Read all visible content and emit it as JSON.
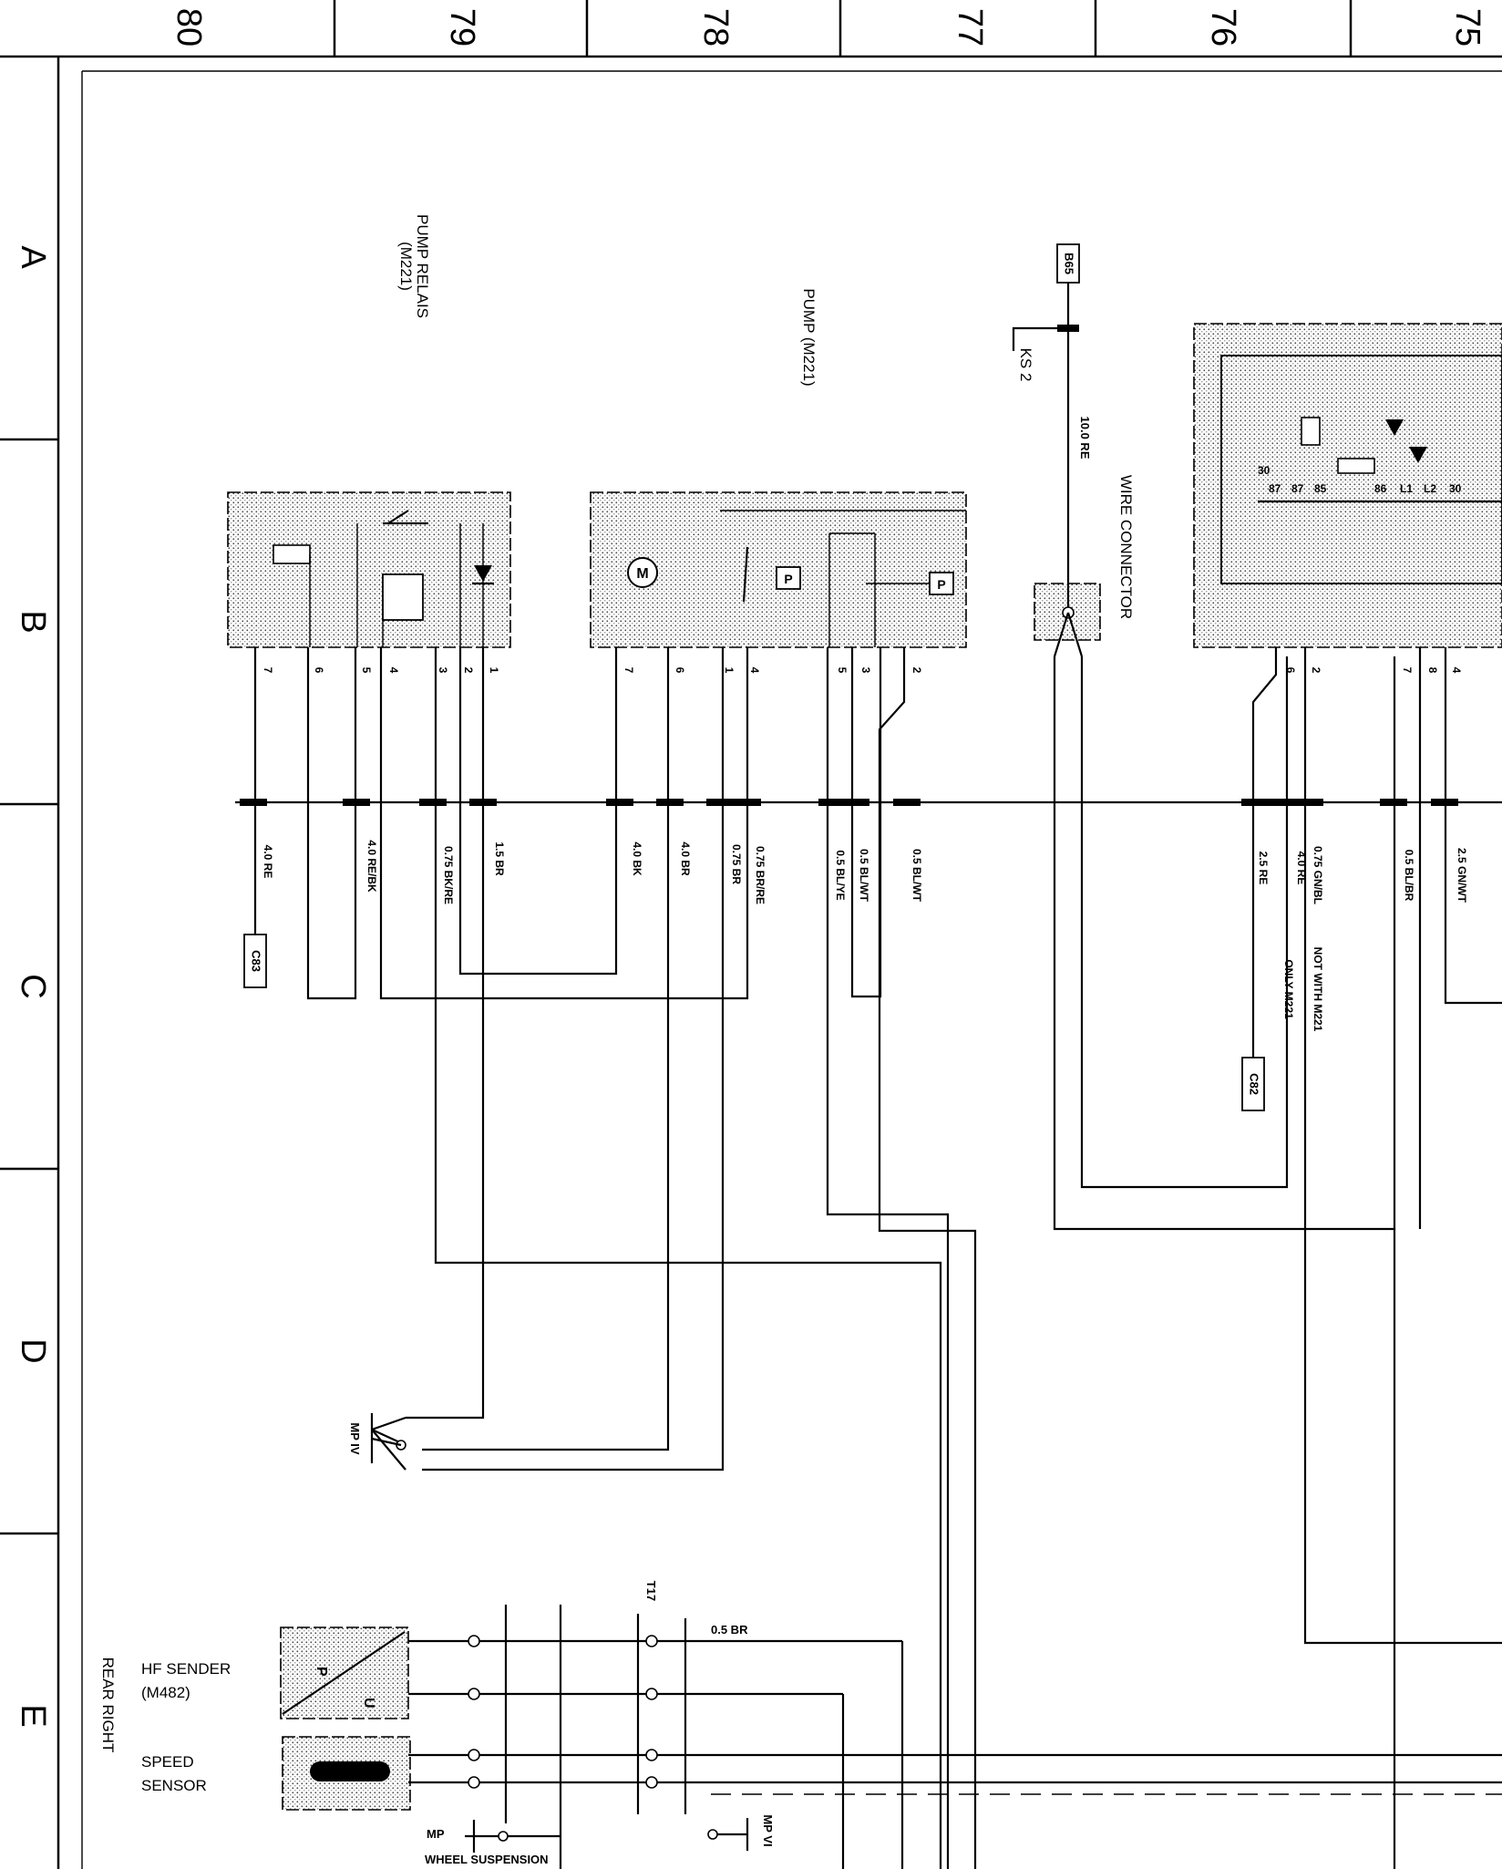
{
  "grid": {
    "columns": [
      "80",
      "79",
      "78",
      "77",
      "76",
      "75"
    ],
    "rows": [
      "A",
      "B",
      "C",
      "D",
      "E"
    ]
  },
  "components": {
    "pump_relais": "PUMP RELAIS",
    "pump_relais_ref": "(M221)",
    "pump": "PUMP (M221)",
    "wire_connector": "WIRE CONNECTOR",
    "hf_sender": "HF SENDER",
    "hf_sender_ref": "(M482)",
    "rear_right": "REAR RIGHT",
    "speed_sensor_1": "SPEED",
    "speed_sensor_2": "SENSOR",
    "wheel_suspension_mp": "MP",
    "wheel_suspension": "WHEEL SUSPENSION"
  },
  "connectors": {
    "b65": "B65",
    "ks2": "KS 2",
    "c83": "C83",
    "c82": "C82",
    "mp_iv": "MP IV",
    "mp_vi": "MP VI",
    "t17": "T17"
  },
  "wires": {
    "w_10re": "10.0 RE",
    "w1": "4.0 RE",
    "w2": "4.0 RE/BK",
    "w3": "0.75 BK/RE",
    "w4": "1.5 BR",
    "w5": "4.0 BK",
    "w6": "4.0 BR",
    "w7a": "0.75 BR/RE",
    "w7b": "0.75 BR",
    "w8a": "0.5 BL/WT",
    "w8b": "0.5 BL/YE",
    "w9": "0.5 BL/WT",
    "w10a": "0.75 GN/BL",
    "w10b": "2.5 RE",
    "w11a": "4.0 RE",
    "w11b": "NOT WITH M221",
    "w11c": "ONLY M221",
    "w12": "0.5 BL/BR",
    "w13": "2.5 GN/WT",
    "w14": "0.5 BR"
  },
  "pins": {
    "relais": [
      "7",
      "6",
      "5",
      "4",
      "3",
      "2",
      "1"
    ],
    "pump": [
      "7",
      "6",
      "1",
      "4",
      "5",
      "3",
      "2"
    ],
    "relay2": [
      "6",
      "2",
      "7",
      "8",
      "4"
    ],
    "relay2_top": [
      "30",
      "87",
      "87",
      "85",
      "86",
      "L1",
      "L2",
      "30"
    ]
  }
}
